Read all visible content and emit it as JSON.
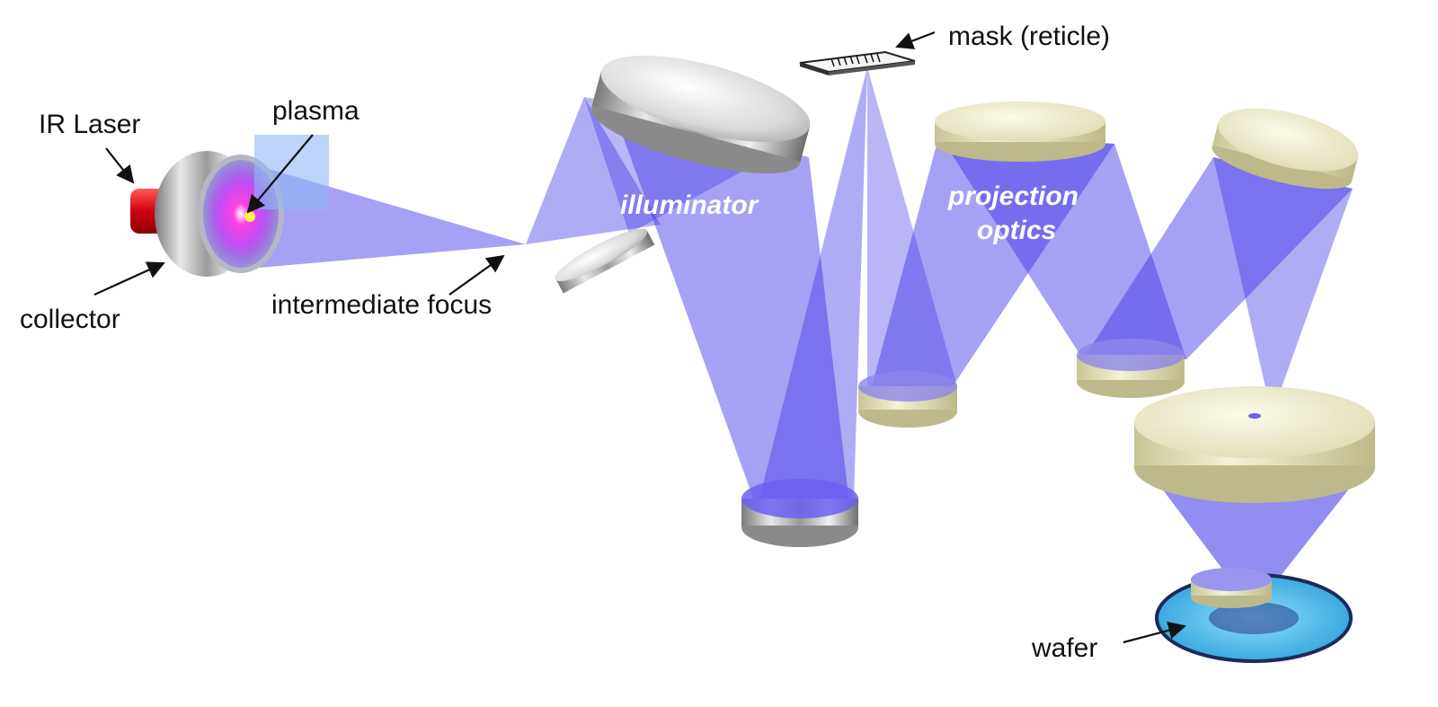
{
  "diagram": {
    "labels": {
      "ir_laser": "IR Laser",
      "plasma": "plasma",
      "collector": "collector",
      "intermediate_focus": "intermediate focus",
      "mask": "mask (reticle)",
      "illuminator": "illuminator",
      "projection_line1": "projection",
      "projection_line2": "optics",
      "wafer": "wafer"
    },
    "colors": {
      "beam": "#3a2ee6",
      "laser": "#e0101a",
      "plasma_glow": "#ff2ad0",
      "plasma_box": "#8fb8f5",
      "silver_mirror": "#c8c8c8",
      "cream_mirror": "#efeccb",
      "wafer": "#4fc3f2"
    }
  }
}
